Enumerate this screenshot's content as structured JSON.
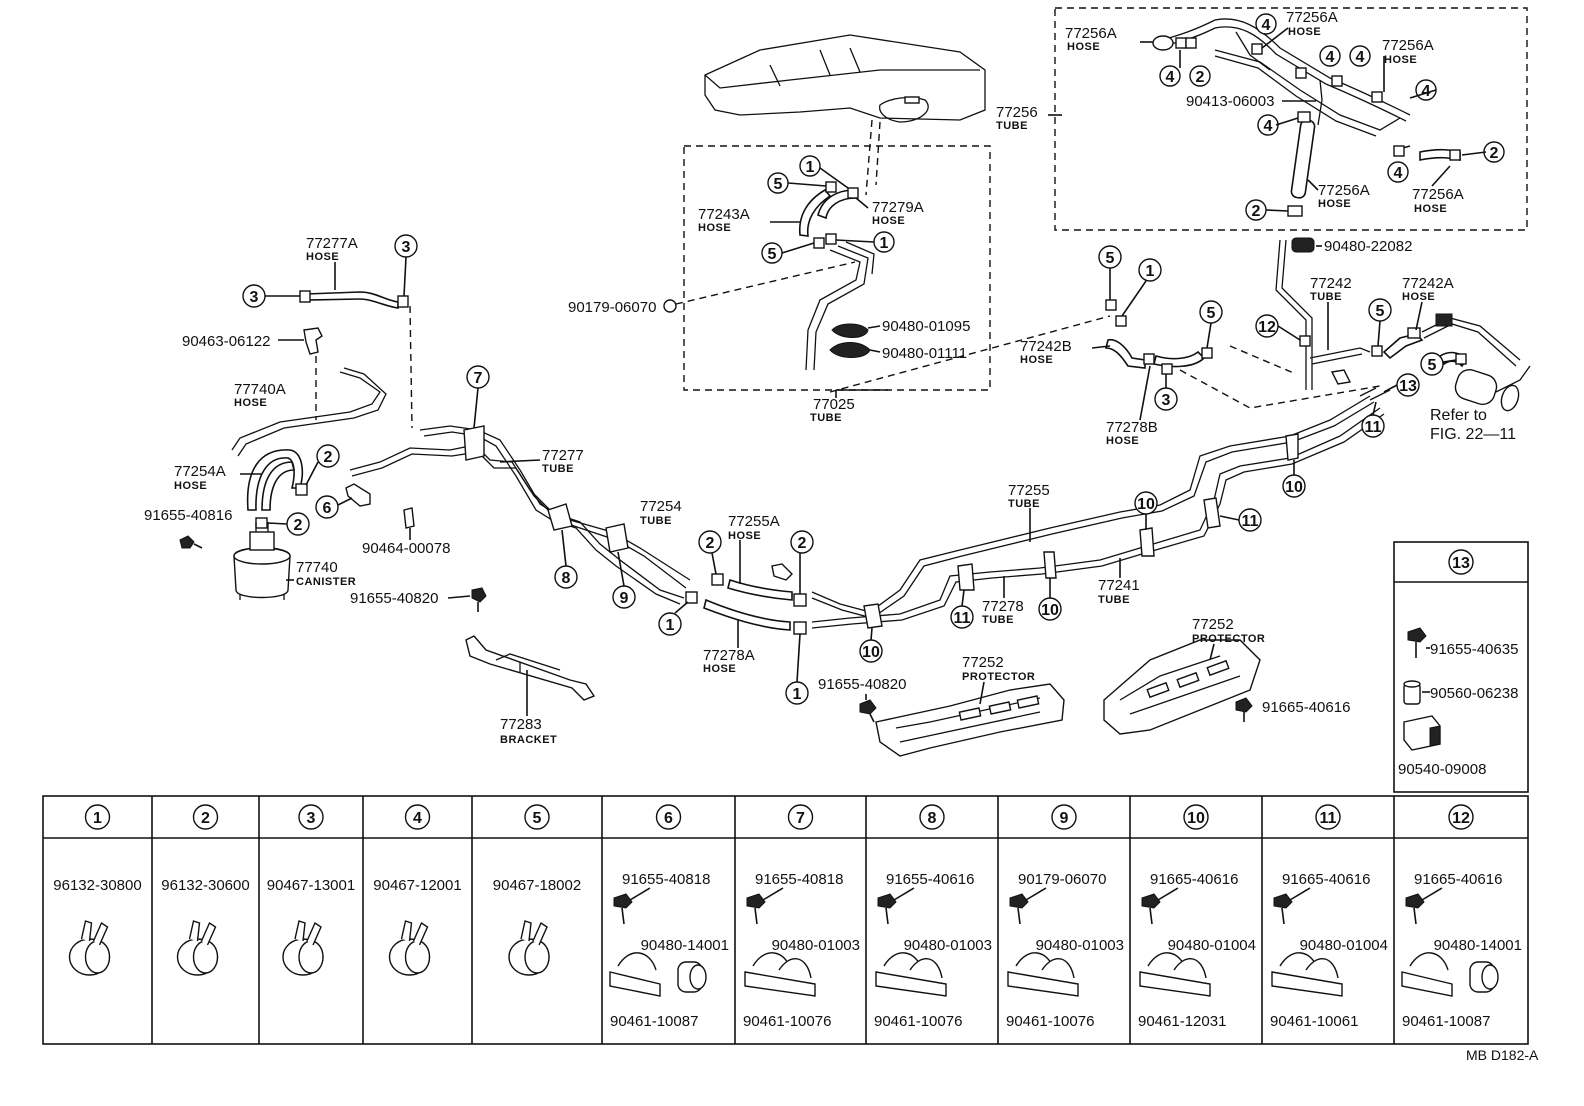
{
  "labels": {
    "p77256A_a": {
      "num": "77256A",
      "type": "HOSE"
    },
    "p77256A_b": {
      "num": "77256A",
      "type": "HOSE"
    },
    "p77256A_c": {
      "num": "77256A",
      "type": "HOSE"
    },
    "p77256A_d": {
      "num": "77256A",
      "type": "HOSE"
    },
    "p77256A_e": {
      "num": "77256A",
      "type": "HOSE"
    },
    "p77256": {
      "num": "77256",
      "type": "TUBE"
    },
    "p90413": {
      "num": "90413-06003"
    },
    "p90480_22082": {
      "num": "90480-22082"
    },
    "p77243A": {
      "num": "77243A",
      "type": "HOSE"
    },
    "p77279A": {
      "num": "77279A",
      "type": "HOSE"
    },
    "p90179_top": {
      "num": "90179-06070"
    },
    "p90480_01095": {
      "num": "90480-01095"
    },
    "p90480_01111": {
      "num": "90480-01111"
    },
    "p77025": {
      "num": "77025",
      "type": "TUBE"
    },
    "p77277A": {
      "num": "77277A",
      "type": "HOSE"
    },
    "p90463": {
      "num": "90463-06122"
    },
    "p77740A": {
      "num": "77740A",
      "type": "HOSE"
    },
    "p77254A": {
      "num": "77254A",
      "type": "HOSE"
    },
    "p91655_40816": {
      "num": "91655-40816"
    },
    "p77740": {
      "num": "77740",
      "type": "CANISTER"
    },
    "p90464": {
      "num": "90464-00078"
    },
    "p77277": {
      "num": "77277",
      "type": "TUBE"
    },
    "p77254": {
      "num": "77254",
      "type": "TUBE"
    },
    "p77255A": {
      "num": "77255A",
      "type": "HOSE"
    },
    "p91655_40820_a": {
      "num": "91655-40820"
    },
    "p77278A": {
      "num": "77278A",
      "type": "HOSE"
    },
    "p77283": {
      "num": "77283",
      "type": "BRACKET"
    },
    "p77255": {
      "num": "77255",
      "type": "TUBE"
    },
    "p77241": {
      "num": "77241",
      "type": "TUBE"
    },
    "p77278": {
      "num": "77278",
      "type": "TUBE"
    },
    "p91655_40820_b": {
      "num": "91655-40820"
    },
    "p77252_a": {
      "num": "77252",
      "type": "PROTECTOR"
    },
    "p77252_b": {
      "num": "77252",
      "type": "PROTECTOR"
    },
    "p91665_40616_main": {
      "num": "91665-40616"
    },
    "p77242B": {
      "num": "77242B",
      "type": "HOSE"
    },
    "p77278B": {
      "num": "77278B",
      "type": "HOSE"
    },
    "p77242": {
      "num": "77242",
      "type": "TUBE"
    },
    "p77242A": {
      "num": "77242A",
      "type": "HOSE"
    },
    "refer_line1": "Refer to",
    "refer_line2": "FIG. 22—11"
  },
  "inset13": {
    "header": "13",
    "parts": [
      "91655-40635",
      "90560-06238",
      "90540-09008"
    ]
  },
  "table": {
    "cells": [
      {
        "num": "1",
        "parts": [
          "96132-30800"
        ]
      },
      {
        "num": "2",
        "parts": [
          "96132-30600"
        ]
      },
      {
        "num": "3",
        "parts": [
          "90467-13001"
        ]
      },
      {
        "num": "4",
        "parts": [
          "90467-12001"
        ]
      },
      {
        "num": "5",
        "parts": [
          "90467-18002"
        ]
      },
      {
        "num": "6",
        "parts": [
          "91655-40818",
          "90480-14001",
          "90461-10087"
        ]
      },
      {
        "num": "7",
        "parts": [
          "91655-40818",
          "90480-01003",
          "90461-10076"
        ]
      },
      {
        "num": "8",
        "parts": [
          "91655-40616",
          "90480-01003",
          "90461-10076"
        ]
      },
      {
        "num": "9",
        "parts": [
          "90179-06070",
          "90480-01003",
          "90461-10076"
        ]
      },
      {
        "num": "10",
        "parts": [
          "91665-40616",
          "90480-01004",
          "90461-12031"
        ]
      },
      {
        "num": "11",
        "parts": [
          "91665-40616",
          "90480-01004",
          "90461-10061"
        ]
      },
      {
        "num": "12",
        "parts": [
          "91665-40616",
          "90480-14001",
          "90461-10087"
        ]
      }
    ]
  },
  "figure_code": "MB  D182-A"
}
